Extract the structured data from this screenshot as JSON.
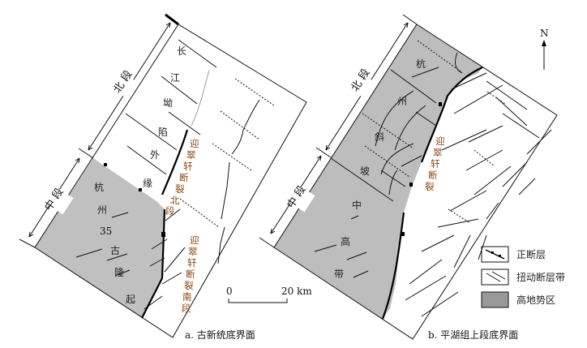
{
  "panel_a": {
    "caption": "a. 古新统底界面",
    "north_section": "北 段",
    "middle_section": "中 段",
    "depression_label": [
      "长",
      "江",
      "坳",
      "陷",
      "外",
      "缘"
    ],
    "uplift_label": [
      "杭",
      "州",
      "古",
      "隆",
      "起"
    ],
    "contour_value": "35",
    "fault_north": [
      "迎",
      "翠",
      "轩",
      "断",
      "裂",
      "北",
      "段"
    ],
    "fault_south": [
      "迎",
      "翠",
      "轩",
      "断",
      "裂",
      "南",
      "段"
    ]
  },
  "panel_b": {
    "caption": "b. 平湖组上段底界面",
    "north_section": "北 段",
    "middle_section": "中 段",
    "slope_label": [
      "杭",
      "州",
      "斜",
      "坡"
    ],
    "high_label": [
      "中",
      "高",
      "带"
    ],
    "fault": [
      "迎",
      "翠",
      "轩",
      "断",
      "裂"
    ]
  },
  "scale": {
    "zero": "0",
    "max": "20 km"
  },
  "north": "N",
  "legend": [
    {
      "label": "正断层",
      "icon": "normal-fault-icon"
    },
    {
      "label": "扭动断层带",
      "icon": "strike-slip-zone-icon"
    },
    {
      "label": "高地势区",
      "icon": "highland-swatch",
      "color": "#999999"
    }
  ],
  "colors": {
    "highland_a": "#c0c0c0",
    "highland_b": "#bdbdbd",
    "legend_highland": "#999999"
  }
}
